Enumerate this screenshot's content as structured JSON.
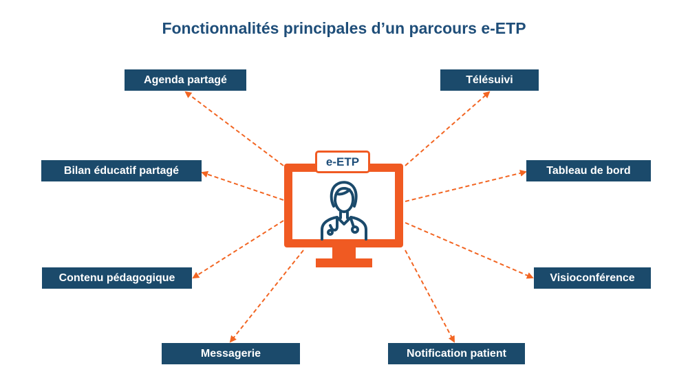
{
  "title": "Fonctionnalités principales d’un parcours e-ETP",
  "center": {
    "label": "e-ETP",
    "icon": "doctor-icon"
  },
  "features_left": [
    "Agenda partagé",
    "Bilan éducatif partagé",
    "Contenu pédagogique",
    "Messagerie"
  ],
  "features_right": [
    "Télésuivi",
    "Tableau de bord",
    "Visioconférence",
    "Notification patient"
  ],
  "colors": {
    "title": "#1f4e79",
    "box": "#1b4a6b",
    "accent": "#f05a22",
    "arrow": "#f26522"
  }
}
